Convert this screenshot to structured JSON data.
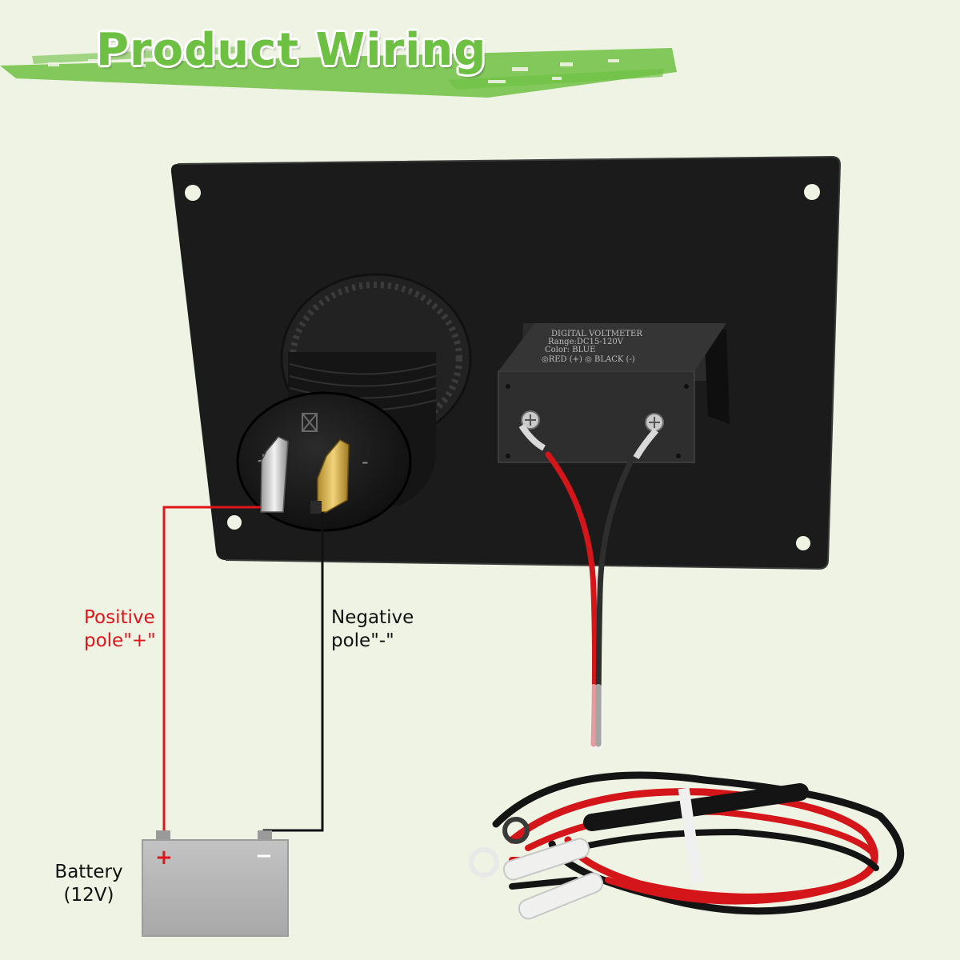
{
  "title": "Product Wiring",
  "colors": {
    "accent_green": "#6ec043",
    "positive_red": "#e0141a",
    "negative_black": "#111111",
    "battery_gray": "#b5b5b5",
    "panel_black": "#1a1a1a"
  },
  "labels": {
    "positive": [
      "Positive",
      "pole\"+\""
    ],
    "negative": [
      "Negative",
      "pole\"-\""
    ],
    "battery": [
      "Battery",
      "(12V)"
    ]
  },
  "socket": {
    "plus_mark": "+",
    "minus_mark": "-"
  },
  "battery_terminals": {
    "plus": "+",
    "minus": "−"
  },
  "voltmeter": {
    "lines": [
      "DIGITAL  VOLTMETER",
      "Range:DC15-120V",
      "Color: BLUE",
      "◎RED (+)  ◎  BLACK (-)"
    ]
  }
}
